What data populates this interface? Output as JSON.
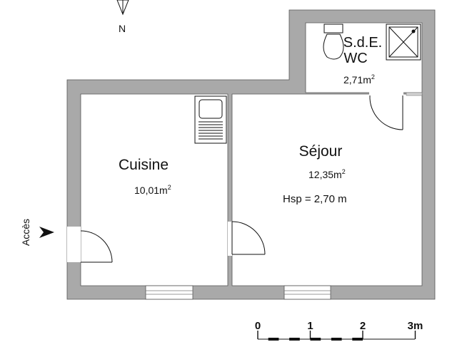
{
  "compass": {
    "label": "N"
  },
  "rooms": {
    "kitchen": {
      "name": "Cuisine",
      "area": "10,01m",
      "unit_sup": "2"
    },
    "living": {
      "name": "Séjour",
      "area": "12,35m",
      "unit_sup": "2",
      "ceiling": "Hsp = 2,70 m"
    },
    "bath": {
      "name_line1": "S.d.E.",
      "name_line2": "WC",
      "area": "2,71m",
      "unit_sup": "2"
    }
  },
  "entrance": {
    "label": "Accès"
  },
  "scale": {
    "ticks": [
      {
        "label": "0",
        "value": 0
      },
      {
        "label": "1",
        "value": 1
      },
      {
        "label": "2",
        "value": 2
      },
      {
        "label": "3m",
        "value": 3
      }
    ]
  },
  "colors": {
    "wall": "#a9a9a9",
    "window": "#d4d4d4",
    "ink": "#111111"
  }
}
